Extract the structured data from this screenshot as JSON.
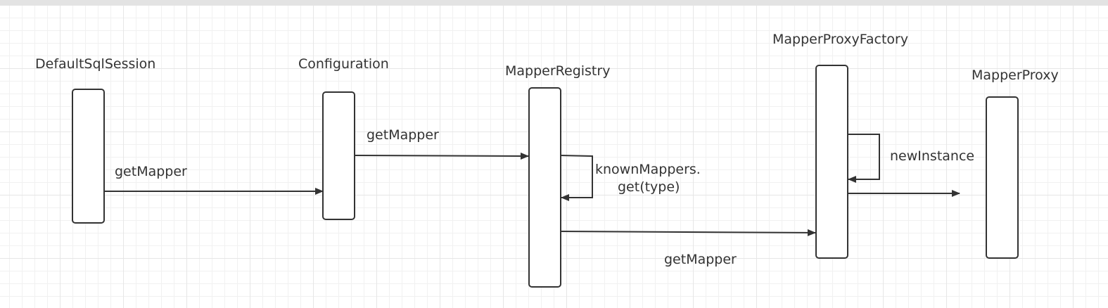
{
  "diagram": {
    "participants": [
      {
        "id": "defaultsqlsession",
        "label": "DefaultSqlSession"
      },
      {
        "id": "configuration",
        "label": "Configuration"
      },
      {
        "id": "mapperregistry",
        "label": "MapperRegistry"
      },
      {
        "id": "mapperproxyfactory",
        "label": "MapperProxyFactory"
      },
      {
        "id": "mapperproxy",
        "label": "MapperProxy"
      }
    ],
    "messages": [
      {
        "from": "DefaultSqlSession",
        "to": "Configuration",
        "label": "getMapper"
      },
      {
        "from": "Configuration",
        "to": "MapperRegistry",
        "label": "getMapper"
      },
      {
        "from": "MapperRegistry",
        "to": "MapperRegistry",
        "label_line1": "knownMappers.",
        "label_line2": "get(type)"
      },
      {
        "from": "MapperRegistry",
        "to": "MapperProxyFactory",
        "label": "getMapper"
      },
      {
        "from": "MapperProxyFactory",
        "to": "MapperProxyFactory",
        "label": "newInstance"
      },
      {
        "from": "MapperProxyFactory",
        "to": "MapperProxy",
        "label": ""
      }
    ],
    "colors": {
      "stroke": "#333333",
      "grid": "#e6e6e6",
      "background": "#ffffff"
    }
  }
}
